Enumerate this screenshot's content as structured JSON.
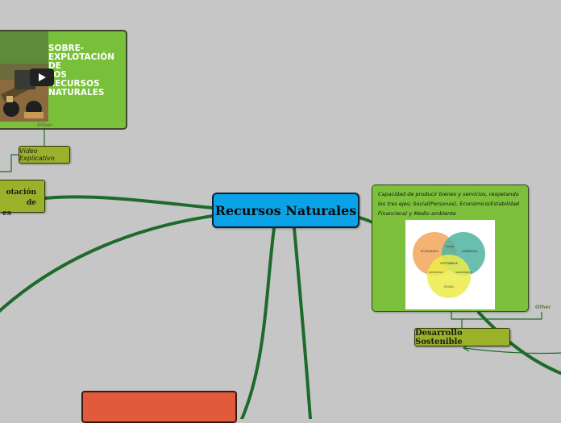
{
  "central": {
    "title": "Recursos Naturales"
  },
  "video_card": {
    "thumbnail_text": [
      "SOBRE-",
      "EXPLOTACIÓN",
      "DE",
      "LOS",
      "RECURSOS",
      "NATURALES"
    ],
    "type_label": "Other"
  },
  "video_label": "Video Explicativo",
  "sobre_node": {
    "lines": [
      "otación de",
      "es"
    ]
  },
  "desc_card": {
    "text": "Capacidad de producir bienes y servicios, respetando los tres ejes; Social(Personas), Económico(Estabilidad Financiera) y Medio ambiente",
    "type_label": "Other",
    "venn": {
      "economico": "ECONÓMICO",
      "ambiental": "AMBIENTAL",
      "social": "SOCIAL",
      "sostenible": "SOSTENIBLE",
      "viable": "VIABLE",
      "equitativo": "EQUITATIVO",
      "soportable": "SOPORTABLE"
    }
  },
  "desarrollo_label": "Desarrollo Sostenible",
  "colors": {
    "background": "#c6c6c6",
    "central": "#0aa3e8",
    "olive": "#9bb12a",
    "green_card": "#7dc03c",
    "connector": "#1e6a2a",
    "red_node": "#e25a3c"
  },
  "icons": [
    "play-icon"
  ]
}
